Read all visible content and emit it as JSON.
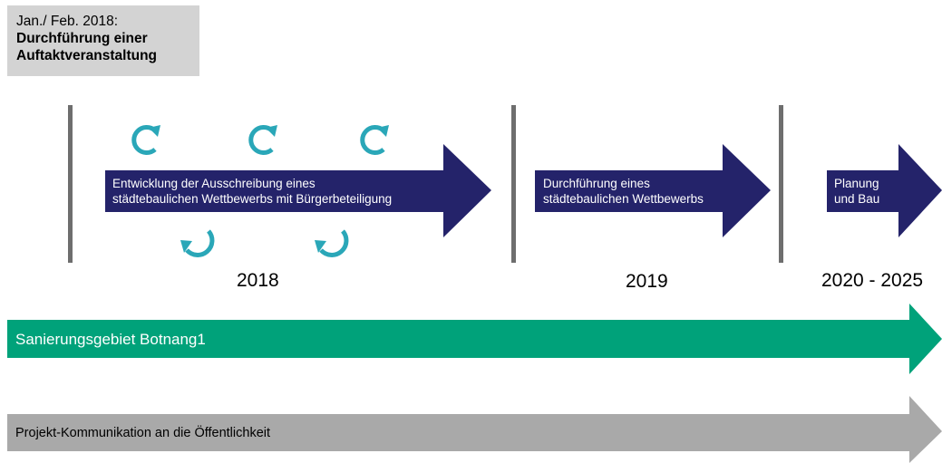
{
  "note": {
    "line1": "Jan./ Feb. 2018:",
    "line2": "Durchführung einer",
    "line3": "Auftaktveranstaltung"
  },
  "phases": [
    {
      "line1": "Entwicklung der Ausschreibung eines",
      "line2": "städtebaulichen Wettbewerbs mit Bürgerbeteiligung",
      "year": "2018"
    },
    {
      "line1": "Durchführung eines",
      "line2": "städtebaulichen Wettbewerbs",
      "year": "2019"
    },
    {
      "line1": "Planung",
      "line2": "und Bau",
      "year": "2020 - 2025"
    }
  ],
  "bands": [
    {
      "label": "Sanierungsgebiet Botnang1",
      "color": "#00a27a"
    },
    {
      "label": "Projekt-Kommunikation an die Öffentlichkeit",
      "color": "#a9a9a9"
    }
  ],
  "colors": {
    "phase_arrow": "#24236a",
    "cycle_icon": "#2aa7b8",
    "separator": "#6e6e6e"
  }
}
